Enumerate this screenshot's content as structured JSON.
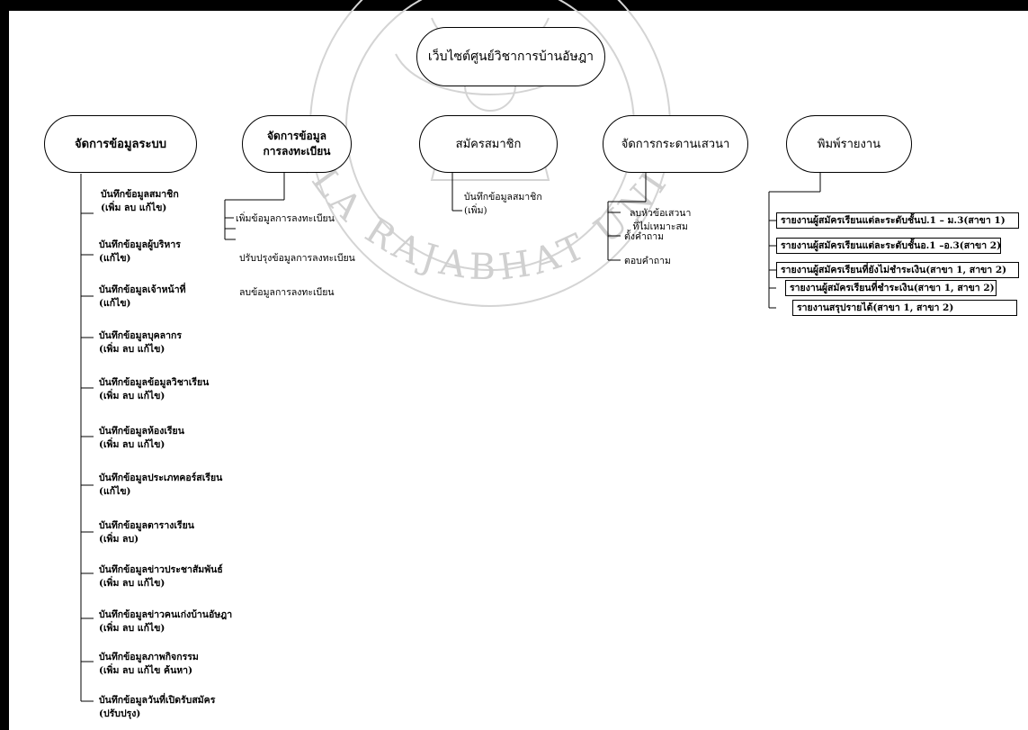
{
  "root": {
    "label": "เว็บไซต์ศูนย์วิชาการบ้านอัษฎา"
  },
  "watermark": {
    "arc_text": "SONGKHLA RAJABHAT UNIVERSITY"
  },
  "branches": [
    {
      "label": "จัดการข้อมูลระบบ"
    },
    {
      "label_line1": "จัดการข้อมูล",
      "label_line2": "การลงทะเบียน"
    },
    {
      "label": "สมัครสมาชิก"
    },
    {
      "label": "จัดการกระดานเสวนา"
    },
    {
      "label": "พิมพ์รายงาน"
    }
  ],
  "system_items": [
    {
      "line1": "บันทึกข้อมูลสมาชิก",
      "line2": "(เพิ่ม ลบ แก้ไข)"
    },
    {
      "line1": "บันทึกข้อมูลผู้บริหาร",
      "line2": "(แก้ไข)"
    },
    {
      "line1": "บันทึกข้อมูลเจ้าหน้าที่",
      "line2": "(แก้ไข)"
    },
    {
      "line1": "บันทึกข้อมูลบุคลากร",
      "line2": "(เพิ่ม ลบ แก้ไข)"
    },
    {
      "line1": "บันทึกข้อมูลข้อมูลวิชาเรียน",
      "line2": "(เพิ่ม ลบ แก้ไข)"
    },
    {
      "line1": "บันทึกข้อมูลห้องเรียน",
      "line2": "(เพิ่ม ลบ แก้ไข)"
    },
    {
      "line1": "บันทึกข้อมูลประเภทคอร์สเรียน",
      "line2": "(แก้ไข)"
    },
    {
      "line1": "บันทึกข้อมูลตารางเรียน",
      "line2": "(เพิ่ม ลบ)"
    },
    {
      "line1": "บันทึกข้อมูลข่าวประชาสัมพันธ์",
      "line2": "(เพิ่ม ลบ แก้ไข)"
    },
    {
      "line1": "บันทึกข้อมูลข่าวคนเก่งบ้านอัษฎา",
      "line2": "(เพิ่ม ลบ แก้ไข)"
    },
    {
      "line1": "บันทึกข้อมูลภาพกิจกรรม",
      "line2": "(เพิ่ม ลบ แก้ไข ค้นหา)"
    },
    {
      "line1": "บันทึกข้อมูลวันที่เปิดรับสมัคร",
      "line2": "(ปรับปรุง)"
    }
  ],
  "registration_items": [
    "เพิ่มข้อมูลการลงทะเบียน",
    "ปรับปรุงข้อมูลการลงทะเบียน",
    "ลบข้อมูลการลงทะเบียน"
  ],
  "member_items": [
    {
      "line1": "บันทึกข้อมูลสมาชิก",
      "line2": "(เพิ่ม)"
    }
  ],
  "forum_items": [
    {
      "line1": "ลบหัวข้อเสวนา",
      "line2": "ที่ไม่เหมาะสม"
    },
    {
      "line1": "ตั้งคำถาม",
      "line2": ""
    },
    {
      "line1": "ตอบคำถาม",
      "line2": ""
    }
  ],
  "report_items": [
    "รายงานผู้สมัครเรียนแต่ละระดับชั้นป.1 – ม.3(สาขา 1)",
    "รายงานผู้สมัครเรียนแต่ละระดับชั้นอ.1 –อ.3(สาขา 2)",
    "รายงานผู้สมัครเรียนที่ยังไม่ชำระเงิน(สาขา 1, สาขา 2)",
    "รายงานผู้สมัครเรียนที่ชำระเงิน(สาขา 1, สาขา 2)",
    "รายงานสรุปรายได้(สาขา 1, สาขา 2)"
  ]
}
